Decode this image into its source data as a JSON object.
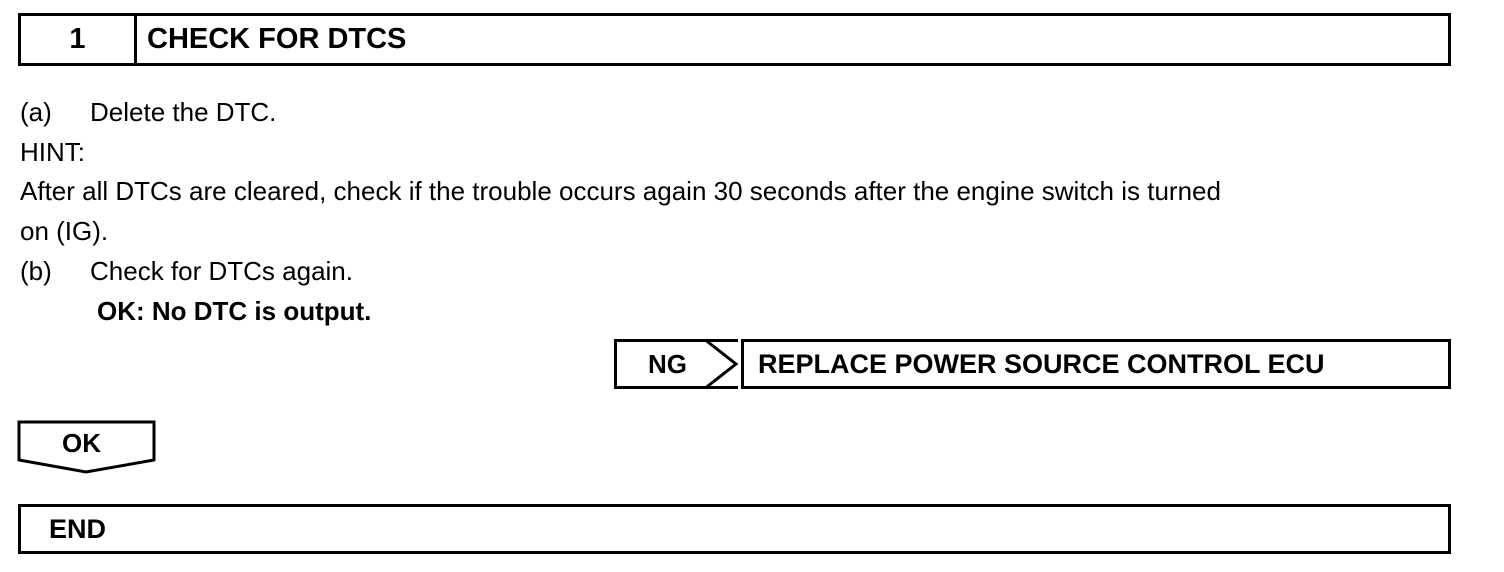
{
  "step": {
    "number": "1",
    "title": "CHECK FOR DTCS"
  },
  "instructions": {
    "a_label": "(a)",
    "a_text": "Delete the DTC.",
    "hint_label": "HINT:",
    "hint_line1": "After all DTCs are cleared, check if the trouble occurs again 30 seconds after the engine switch is turned",
    "hint_line2": "on (IG).",
    "b_label": "(b)",
    "b_text": "Check for DTCs again.",
    "ok_condition": "OK: No DTC is output."
  },
  "branch": {
    "ng_label": "NG",
    "ng_result": "REPLACE POWER SOURCE CONTROL ECU",
    "ok_label": "OK"
  },
  "end": {
    "label": "END"
  }
}
